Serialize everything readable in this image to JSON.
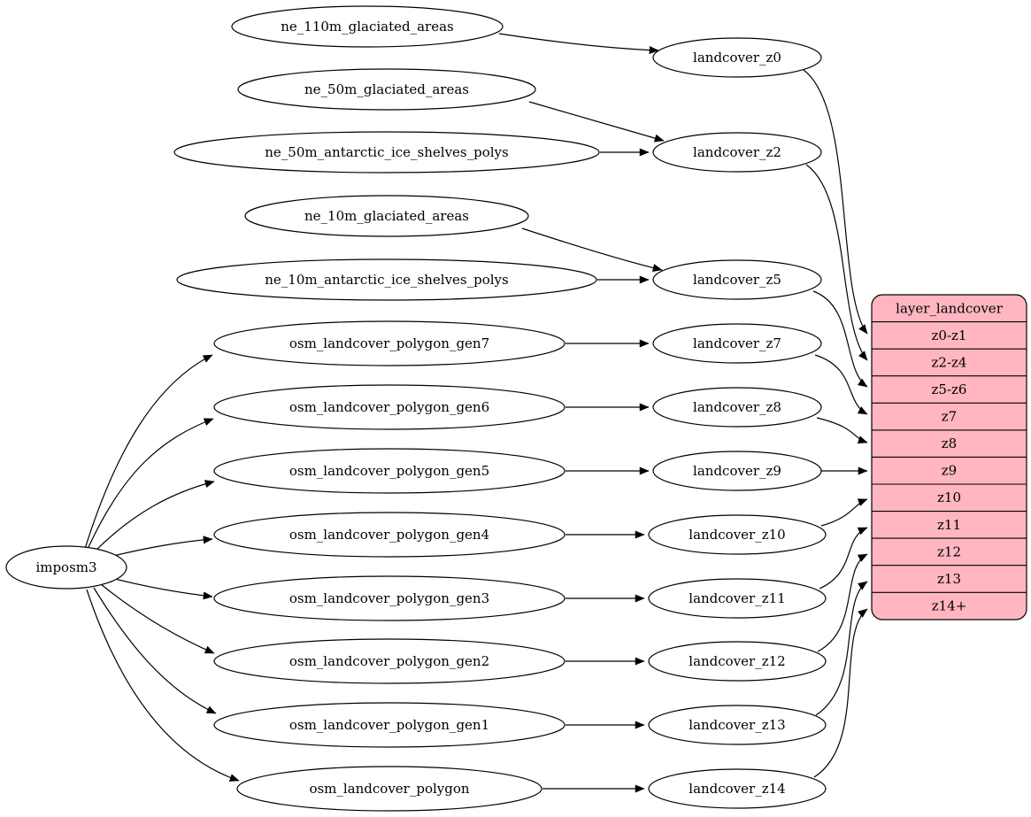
{
  "colors": {
    "background": "#ffffff",
    "node_fill": "#ffffff",
    "node_stroke": "#000000",
    "edge_color": "#000000",
    "record_fill": "#ffb6c1",
    "text_color": "#000000"
  },
  "labels": {
    "imposm3": "imposm3",
    "ne_110m_glaciated_areas": "ne_110m_glaciated_areas",
    "ne_50m_glaciated_areas": "ne_50m_glaciated_areas",
    "ne_50m_antarctic_ice_shelves_polys": "ne_50m_antarctic_ice_shelves_polys",
    "ne_10m_glaciated_areas": "ne_10m_glaciated_areas",
    "ne_10m_antarctic_ice_shelves_polys": "ne_10m_antarctic_ice_shelves_polys",
    "osm_landcover_polygon_gen7": "osm_landcover_polygon_gen7",
    "osm_landcover_polygon_gen6": "osm_landcover_polygon_gen6",
    "osm_landcover_polygon_gen5": "osm_landcover_polygon_gen5",
    "osm_landcover_polygon_gen4": "osm_landcover_polygon_gen4",
    "osm_landcover_polygon_gen3": "osm_landcover_polygon_gen3",
    "osm_landcover_polygon_gen2": "osm_landcover_polygon_gen2",
    "osm_landcover_polygon_gen1": "osm_landcover_polygon_gen1",
    "osm_landcover_polygon": "osm_landcover_polygon",
    "landcover_z0": "landcover_z0",
    "landcover_z2": "landcover_z2",
    "landcover_z5": "landcover_z5",
    "landcover_z7": "landcover_z7",
    "landcover_z8": "landcover_z8",
    "landcover_z9": "landcover_z9",
    "landcover_z10": "landcover_z10",
    "landcover_z11": "landcover_z11",
    "landcover_z12": "landcover_z12",
    "landcover_z13": "landcover_z13",
    "landcover_z14": "landcover_z14"
  },
  "record": {
    "title": "layer_landcover",
    "rows": [
      "z0-z1",
      "z2-z4",
      "z5-z6",
      "z7",
      "z8",
      "z9",
      "z10",
      "z11",
      "z12",
      "z13",
      "z14+"
    ]
  },
  "edges": [
    {
      "from": "imposm3",
      "to": "osm_landcover_polygon_gen7"
    },
    {
      "from": "imposm3",
      "to": "osm_landcover_polygon_gen6"
    },
    {
      "from": "imposm3",
      "to": "osm_landcover_polygon_gen5"
    },
    {
      "from": "imposm3",
      "to": "osm_landcover_polygon_gen4"
    },
    {
      "from": "imposm3",
      "to": "osm_landcover_polygon_gen3"
    },
    {
      "from": "imposm3",
      "to": "osm_landcover_polygon_gen2"
    },
    {
      "from": "imposm3",
      "to": "osm_landcover_polygon_gen1"
    },
    {
      "from": "imposm3",
      "to": "osm_landcover_polygon"
    },
    {
      "from": "ne_110m_glaciated_areas",
      "to": "landcover_z0"
    },
    {
      "from": "ne_50m_glaciated_areas",
      "to": "landcover_z2"
    },
    {
      "from": "ne_50m_antarctic_ice_shelves_polys",
      "to": "landcover_z2"
    },
    {
      "from": "ne_10m_glaciated_areas",
      "to": "landcover_z5"
    },
    {
      "from": "ne_10m_antarctic_ice_shelves_polys",
      "to": "landcover_z5"
    },
    {
      "from": "osm_landcover_polygon_gen7",
      "to": "landcover_z7"
    },
    {
      "from": "osm_landcover_polygon_gen6",
      "to": "landcover_z8"
    },
    {
      "from": "osm_landcover_polygon_gen5",
      "to": "landcover_z9"
    },
    {
      "from": "osm_landcover_polygon_gen4",
      "to": "landcover_z10"
    },
    {
      "from": "osm_landcover_polygon_gen3",
      "to": "landcover_z11"
    },
    {
      "from": "osm_landcover_polygon_gen2",
      "to": "landcover_z12"
    },
    {
      "from": "osm_landcover_polygon_gen1",
      "to": "landcover_z13"
    },
    {
      "from": "osm_landcover_polygon",
      "to": "landcover_z14"
    },
    {
      "from": "landcover_z0",
      "to": "layer_landcover:z0-z1"
    },
    {
      "from": "landcover_z2",
      "to": "layer_landcover:z2-z4"
    },
    {
      "from": "landcover_z5",
      "to": "layer_landcover:z5-z6"
    },
    {
      "from": "landcover_z7",
      "to": "layer_landcover:z7"
    },
    {
      "from": "landcover_z8",
      "to": "layer_landcover:z8"
    },
    {
      "from": "landcover_z9",
      "to": "layer_landcover:z9"
    },
    {
      "from": "landcover_z10",
      "to": "layer_landcover:z10"
    },
    {
      "from": "landcover_z11",
      "to": "layer_landcover:z11"
    },
    {
      "from": "landcover_z12",
      "to": "layer_landcover:z12"
    },
    {
      "from": "landcover_z13",
      "to": "layer_landcover:z13"
    },
    {
      "from": "landcover_z14",
      "to": "layer_landcover:z14+"
    }
  ]
}
